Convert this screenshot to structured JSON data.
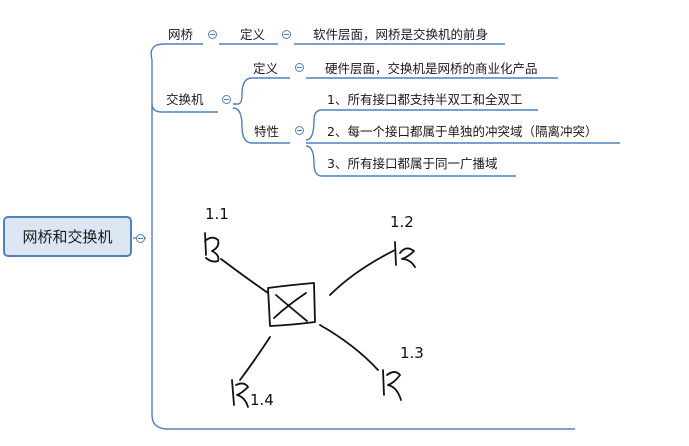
{
  "root": {
    "label": "网桥和交换机"
  },
  "bridge": {
    "label": "网桥",
    "definition": {
      "label": "定义",
      "text": "软件层面，网桥是交换机的前身"
    }
  },
  "switch": {
    "label": "交换机",
    "definition": {
      "label": "定义",
      "text": "硬件层面，交换机是网桥的商业化产品"
    },
    "features": {
      "label": "特性",
      "items": [
        "1、所有接口都支持半双工和全双工",
        "2、每一个接口都属于单独的冲突域（隔离冲突）",
        "3、所有接口都属于同一广播域"
      ]
    }
  },
  "sketch": {
    "labels": [
      "1.1",
      "1.2",
      "1.3",
      "1.4"
    ]
  },
  "colors": {
    "branch": "#4f81bd",
    "root_fill": "#dce6f2"
  }
}
